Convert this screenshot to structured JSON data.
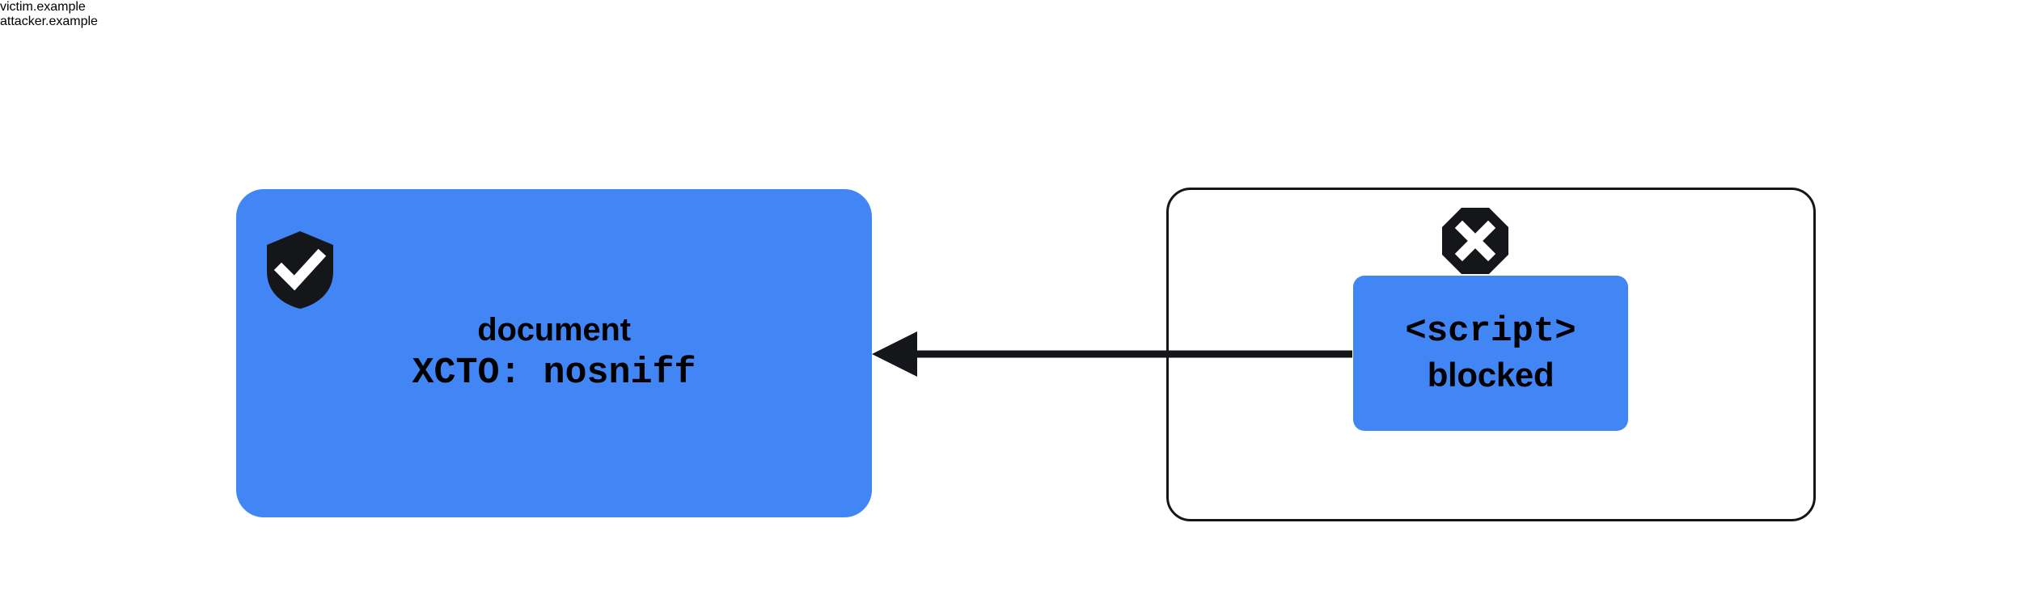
{
  "diagram": {
    "title_victim": "victim.example",
    "title_attacker": "attacker.example",
    "colors": {
      "blue_fill": "#4285F4",
      "outline": "#14161A",
      "text": "#000000",
      "background": "#FFFFFF"
    }
  },
  "victim": {
    "label": "victim.example",
    "icon": "shield-check-icon",
    "line1": "document",
    "line2": "XCTO: nosniff"
  },
  "attacker": {
    "label": "attacker.example",
    "icon": "octagon-x-icon",
    "script": {
      "line1": "<script>",
      "line2": "blocked"
    }
  },
  "arrow": {
    "name": "blocked-request-arrow",
    "direction": "left",
    "from": "attacker.example script",
    "to": "victim.example document"
  }
}
